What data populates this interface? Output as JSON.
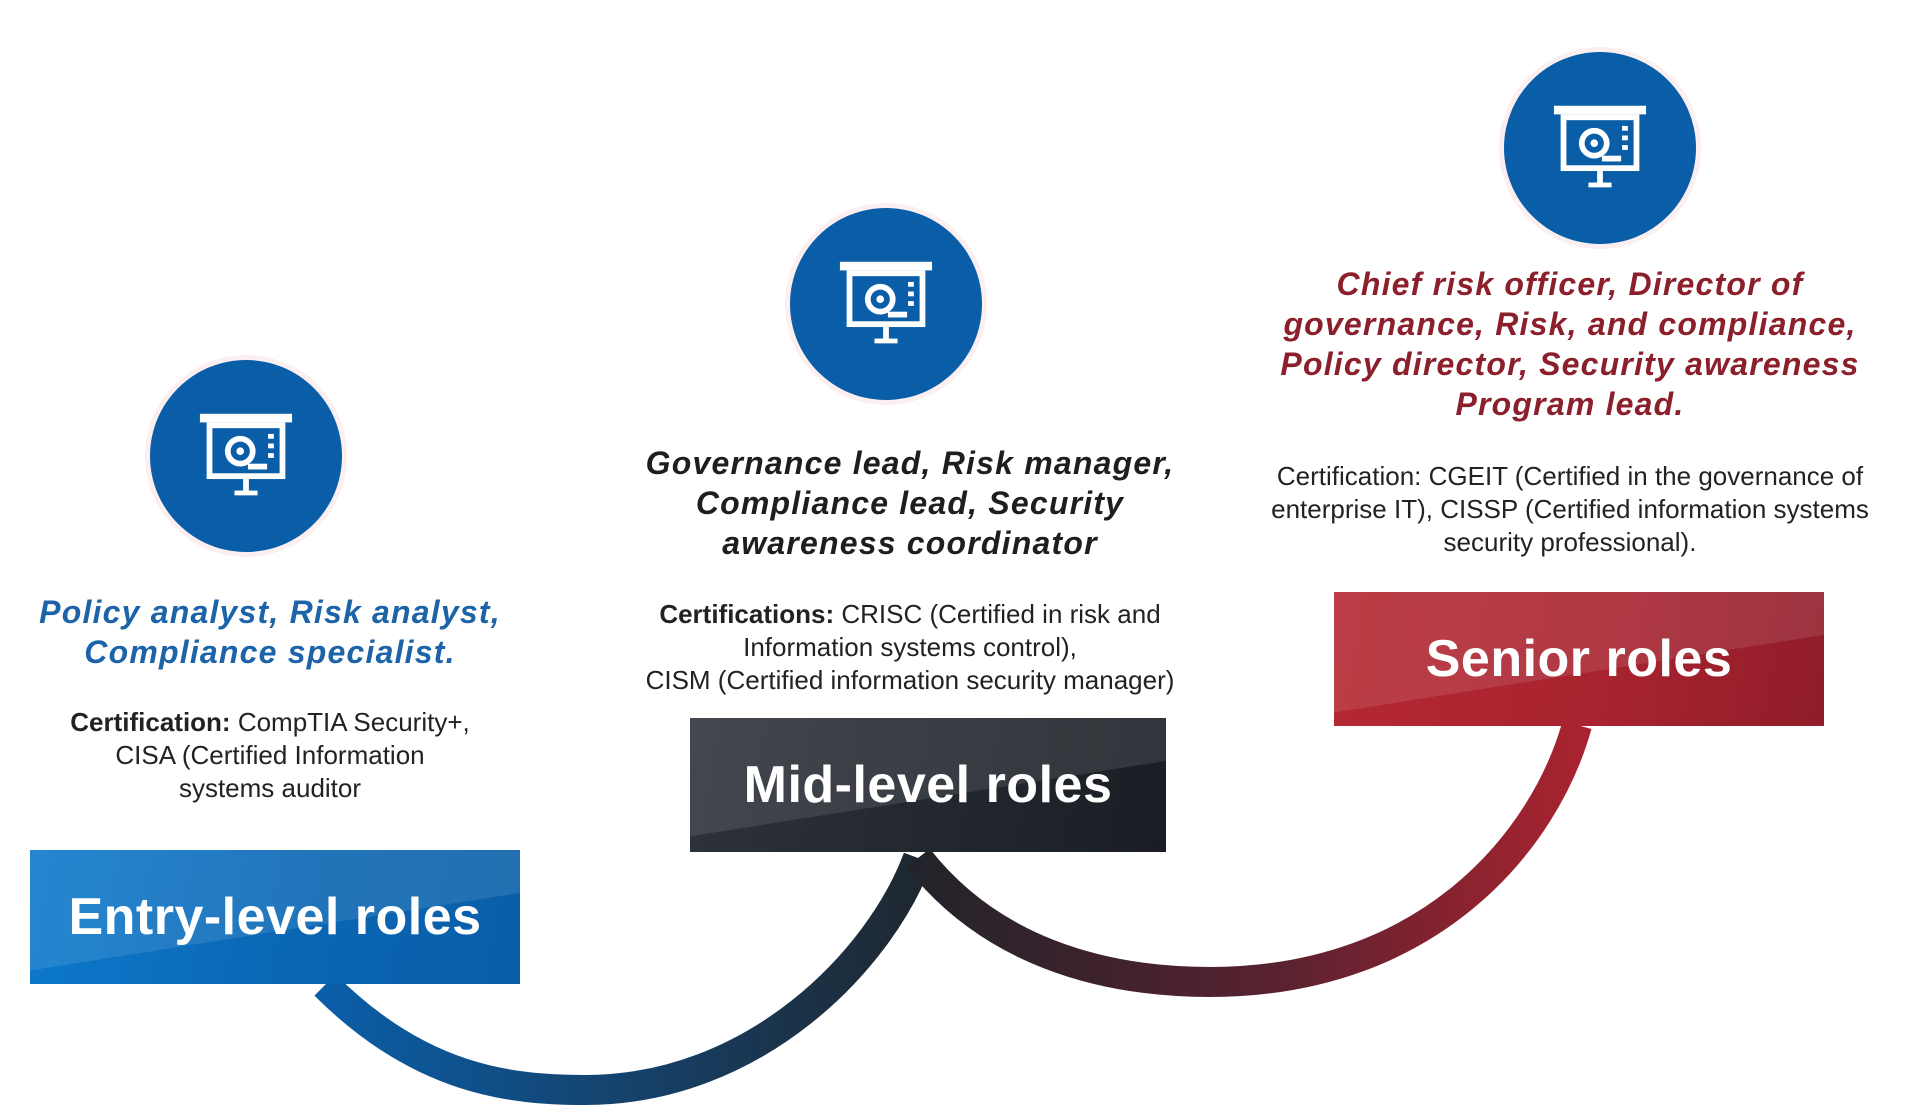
{
  "colors": {
    "entry_blue": "#0a66b3",
    "mid_dark": "#22272e",
    "senior_red": "#a8232f",
    "circle_blue": "#0a5ea8",
    "entry_roles_text": "#1c63a8",
    "mid_roles_text": "#1e1e1e",
    "senior_roles_text": "#8b1f2b"
  },
  "icons": {
    "stage_icon": "presentation-board-chart-icon"
  },
  "entry": {
    "roles_line1": "Policy analyst, Risk analyst,",
    "roles_line2": "Compliance specialist.",
    "cert_label": "Certification:",
    "cert_line1_rest": " CompTIA Security+,",
    "cert_line2": "CISA (Certified Information",
    "cert_line3": "systems auditor",
    "banner": "Entry-level roles"
  },
  "mid": {
    "roles_line1": "Governance lead, Risk manager,",
    "roles_line2": "Compliance lead, Security",
    "roles_line3": "awareness coordinator",
    "cert_label": "Certifications:",
    "cert_line1_rest": " CRISC (Certified in risk and",
    "cert_line2": "Information systems control),",
    "cert_line3": "CISM (Certified information security manager)",
    "banner": "Mid-level roles"
  },
  "senior": {
    "roles_line1": "Chief risk officer, Director of",
    "roles_line2": "governance, Risk, and compliance,",
    "roles_line3": "Policy director, Security awareness",
    "roles_line4": "Program lead.",
    "cert_line1": "Certification: CGEIT (Certified in the governance of",
    "cert_line2": "enterprise IT), CISSP (Certified information systems",
    "cert_line3": "security professional).",
    "banner": "Senior roles"
  }
}
